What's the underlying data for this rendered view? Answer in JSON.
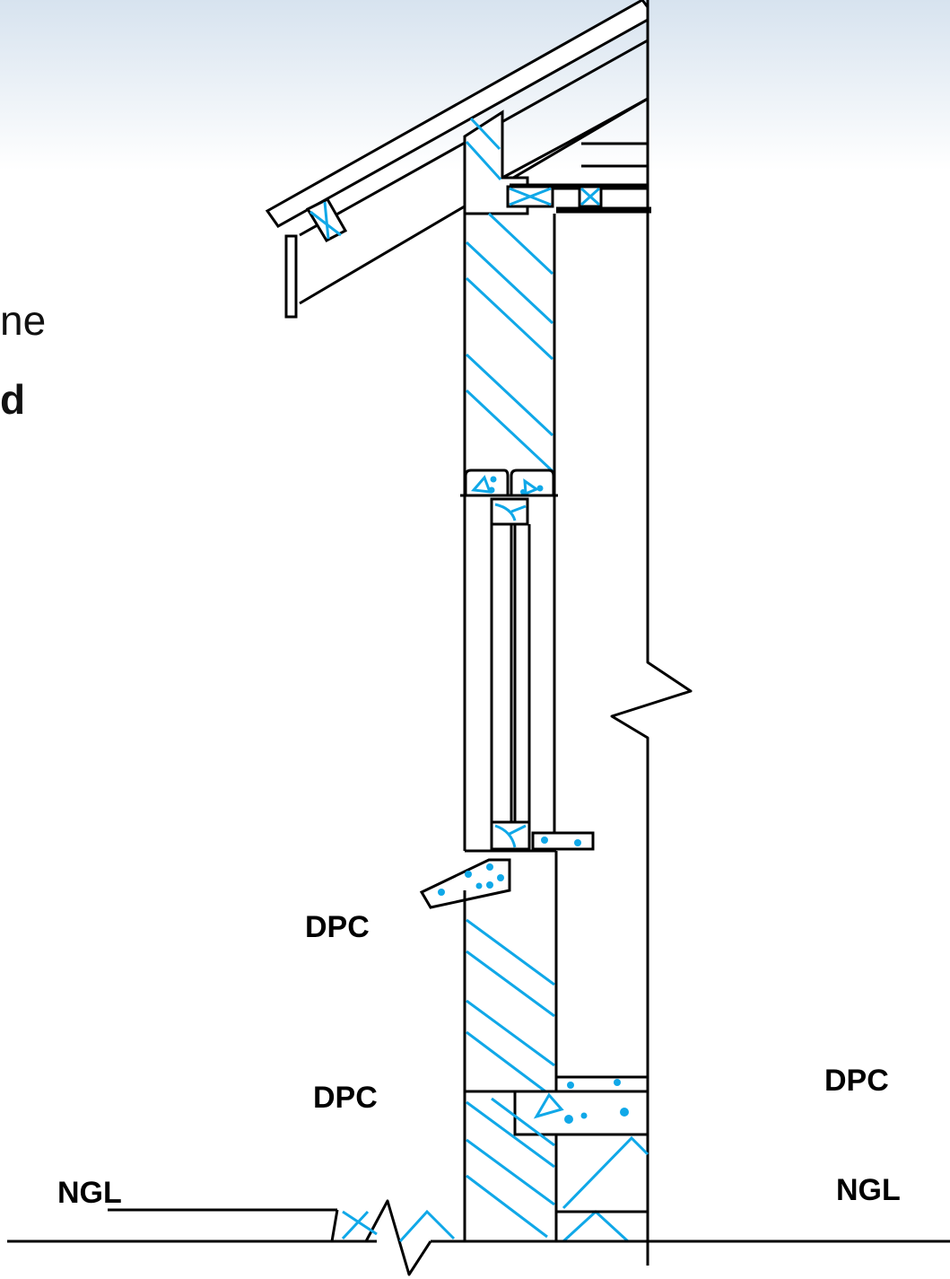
{
  "labels": {
    "dpc_sill": "DPC",
    "dpc_left": "DPC",
    "dpc_right": "DPC",
    "ngl_left": "NGL",
    "ngl_right": "NGL"
  },
  "fragments": {
    "line1": "ne",
    "line2": "d"
  },
  "colors": {
    "hatch": "#10a8e8",
    "line": "#000000"
  }
}
